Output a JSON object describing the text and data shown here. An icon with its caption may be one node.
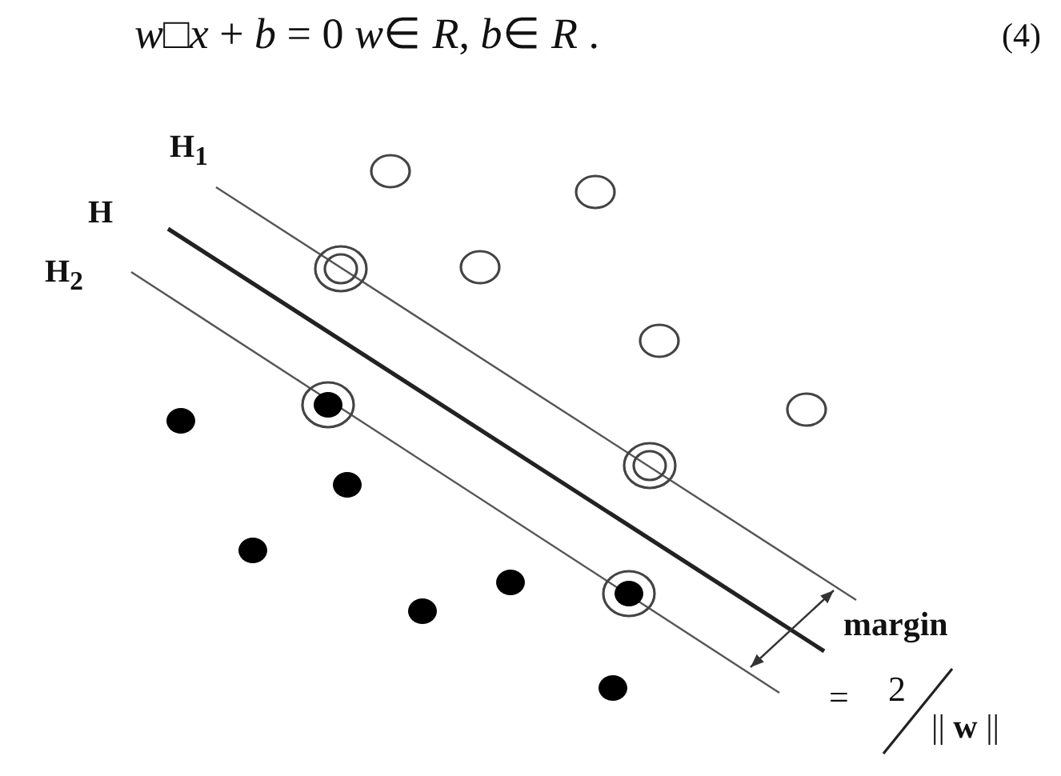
{
  "diagram": {
    "labels": [
      "*w*□*x*  +  *b*  =  0  *w*∈ *R*, *b*∈ *R* .",
      "(4)",
      "H$_{1}$",
      "H",
      "H$_{2}$",
      "margin",
      "=",
      "2",
      "|| **w** ||"
    ]
  }
}
